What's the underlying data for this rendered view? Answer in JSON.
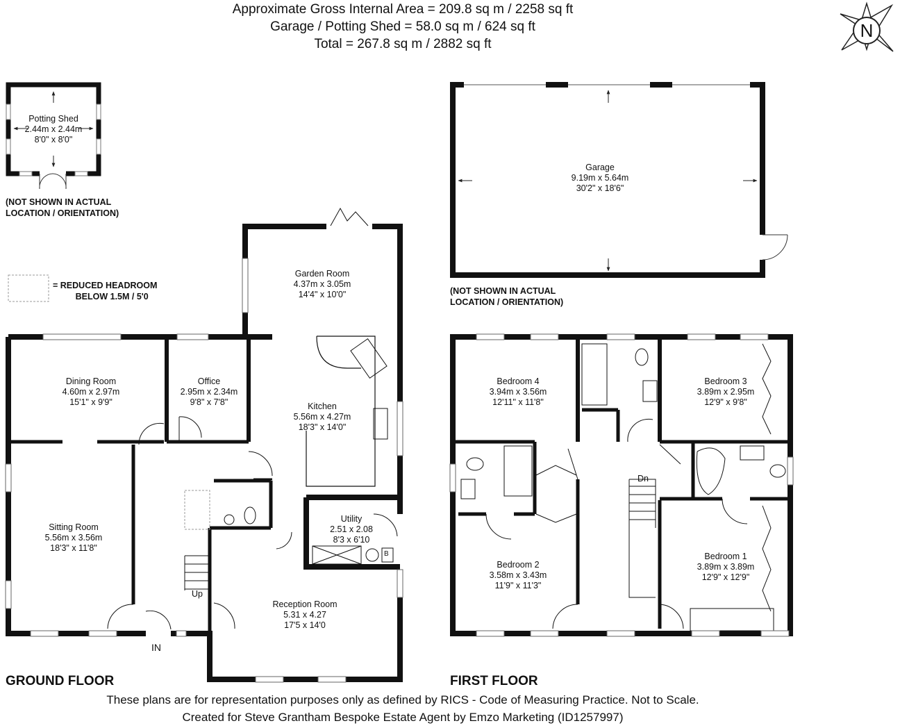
{
  "header": {
    "line1": "Approximate Gross Internal Area = 209.8 sq m / 2258 sq ft",
    "line2": "Garage / Potting Shed = 58.0 sq m / 624 sq ft",
    "line3": "Total = 267.8 sq m / 2882 sq ft"
  },
  "compass": {
    "label": "N",
    "icon": "north-compass-icon"
  },
  "legend": {
    "line1": "= REDUCED HEADROOM",
    "line2": "BELOW 1.5M / 5'0"
  },
  "notes": {
    "not_shown_1": "(NOT SHOWN IN ACTUAL",
    "not_shown_2": "LOCATION / ORIENTATION)"
  },
  "ground_floor": {
    "title": "GROUND FLOOR",
    "rooms": {
      "potting_shed": {
        "name": "Potting Shed",
        "metric": "2.44m x 2.44m",
        "imperial": "8'0\" x 8'0\""
      },
      "garden_room": {
        "name": "Garden Room",
        "metric": "4.37m x 3.05m",
        "imperial": "14'4\" x 10'0\""
      },
      "dining_room": {
        "name": "Dining Room",
        "metric": "4.60m x 2.97m",
        "imperial": "15'1\" x 9'9\""
      },
      "office": {
        "name": "Office",
        "metric": "2.95m x 2.34m",
        "imperial": "9'8\" x 7'8\""
      },
      "kitchen": {
        "name": "Kitchen",
        "metric": "5.56m x 4.27m",
        "imperial": "18'3\" x 14'0\""
      },
      "sitting_room": {
        "name": "Sitting Room",
        "metric": "5.56m x 3.56m",
        "imperial": "18'3\" x 11'8\""
      },
      "utility": {
        "name": "Utility",
        "metric": "2.51 x 2.08",
        "imperial": "8'3 x 6'10"
      },
      "reception_room": {
        "name": "Reception Room",
        "metric": "5.31 x 4.27",
        "imperial": "17'5 x 14'0"
      }
    },
    "labels": {
      "up": "Up",
      "entrance": "IN",
      "boiler": "B"
    }
  },
  "garage": {
    "name": "Garage",
    "metric": "9.19m x 5.64m",
    "imperial": "30'2\" x 18'6\""
  },
  "first_floor": {
    "title": "FIRST FLOOR",
    "rooms": {
      "bedroom4": {
        "name": "Bedroom 4",
        "metric": "3.94m x 3.56m",
        "imperial": "12'11\" x 11'8\""
      },
      "bedroom3": {
        "name": "Bedroom 3",
        "metric": "3.89m x 2.95m",
        "imperial": "12'9\" x 9'8\""
      },
      "bedroom2": {
        "name": "Bedroom 2",
        "metric": "3.58m x 3.43m",
        "imperial": "11'9\" x 11'3\""
      },
      "bedroom1": {
        "name": "Bedroom 1",
        "metric": "3.89m x 3.89m",
        "imperial": "12'9\" x 12'9\""
      }
    },
    "labels": {
      "down": "Dn"
    }
  },
  "footer": {
    "line1": "These plans are for representation purposes only as defined by RICS - Code of Measuring Practice. Not to Scale.",
    "line2": "Created for Steve Grantham Bespoke Estate Agent by Emzo Marketing (ID1257997)"
  }
}
